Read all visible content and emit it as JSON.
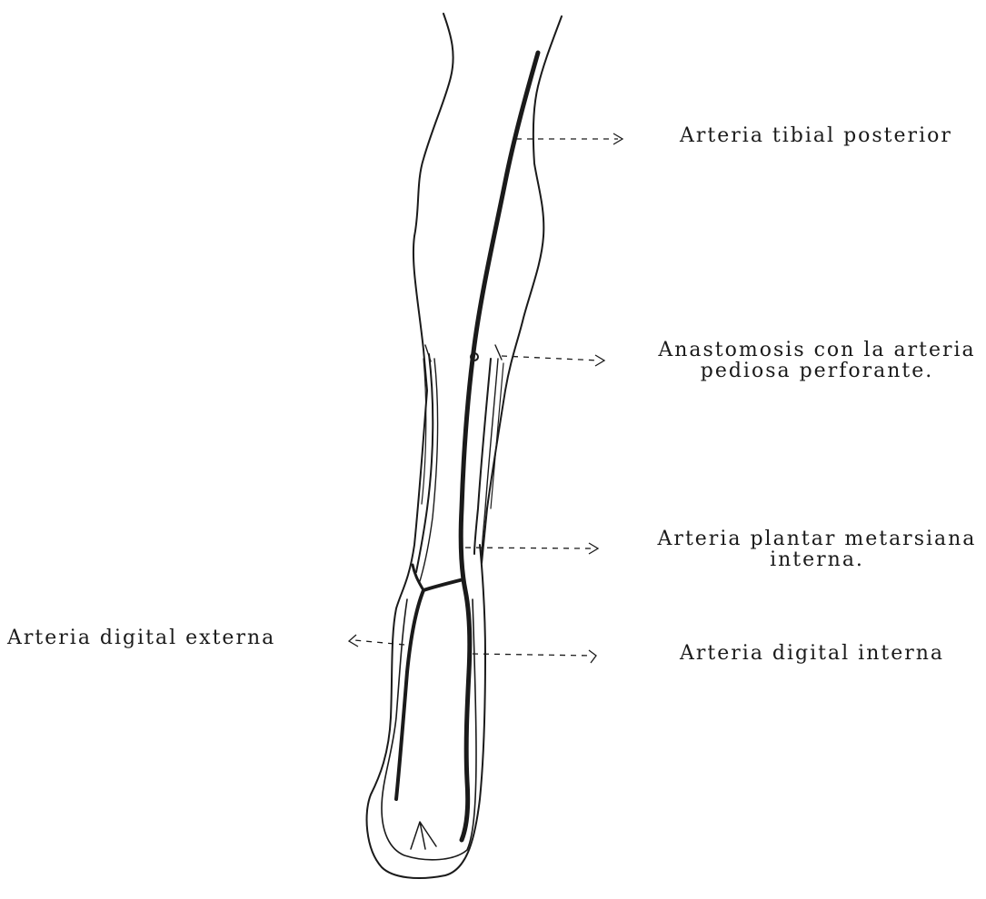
{
  "labels": {
    "tibial_posterior": "Arteria tibial posterior",
    "anastomosis_line1": "Anastomosis con la arteria",
    "anastomosis_line2": "pediosa perforante.",
    "plantar_line1": "Arteria plantar metarsiana",
    "plantar_line2": "interna.",
    "digital_externa": "Arteria digital externa",
    "digital_interna": "Arteria digital interna"
  },
  "colors": {
    "ink": "#1a1a1a",
    "background": "#ffffff"
  }
}
